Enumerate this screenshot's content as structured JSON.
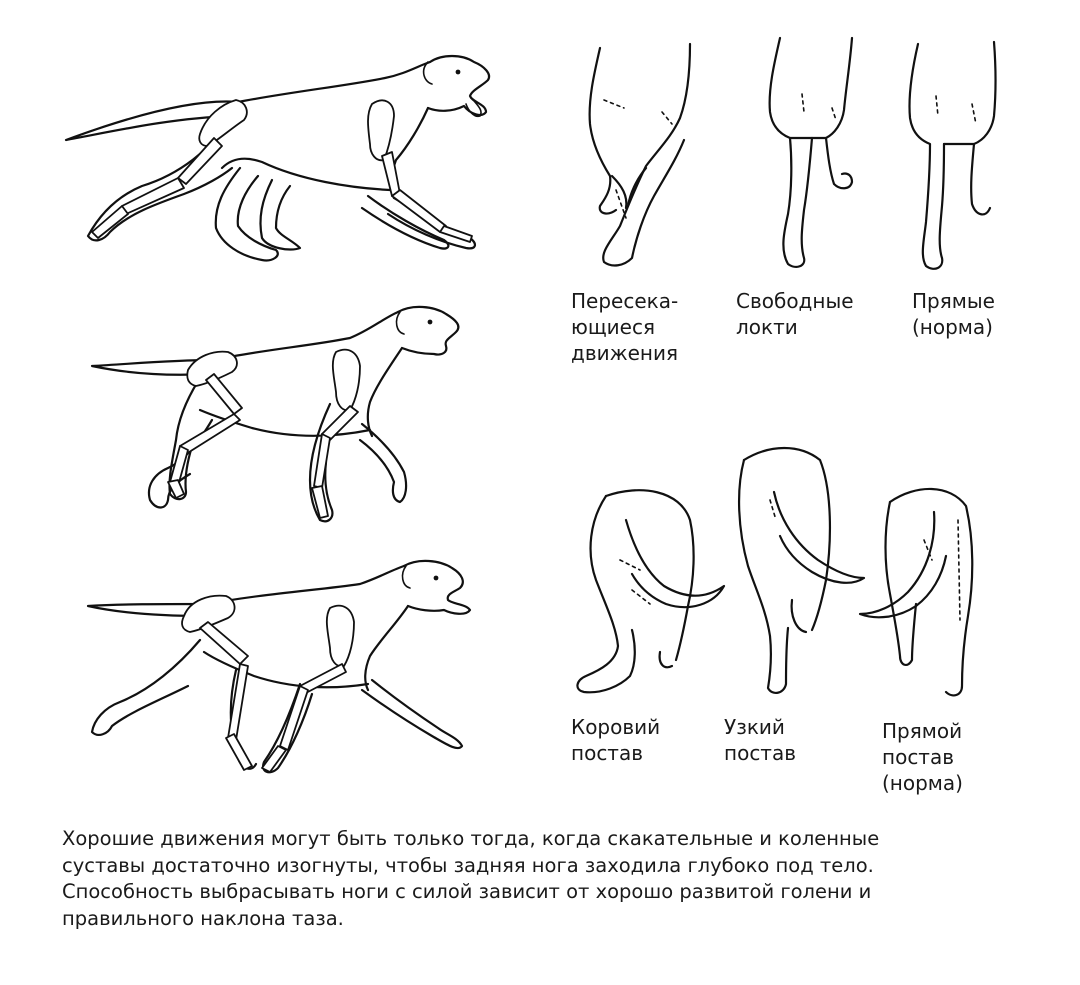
{
  "front_view": {
    "labels": [
      {
        "lines": [
          "Пересека-",
          "ющиеся",
          "движения"
        ]
      },
      {
        "lines": [
          "Свободные",
          "локти"
        ]
      },
      {
        "lines": [
          "Прямые",
          "(норма)"
        ]
      }
    ]
  },
  "rear_view": {
    "labels": [
      {
        "lines": [
          "Коровий",
          "постав"
        ]
      },
      {
        "lines": [
          "Узкий",
          "постав"
        ]
      },
      {
        "lines": [
          "Прямой",
          "постав",
          "(норма)"
        ]
      }
    ]
  },
  "caption": {
    "lines": [
      "Хорошие движения могут быть  только тогда, когда скакательные и коленные",
      "суставы достаточно изогнуты, чтобы задняя нога заходила глубоко под тело.",
      "Способность выбрасывать ноги с силой зависит от хорошо развитой голени и",
      "правильного наклона таза."
    ]
  }
}
